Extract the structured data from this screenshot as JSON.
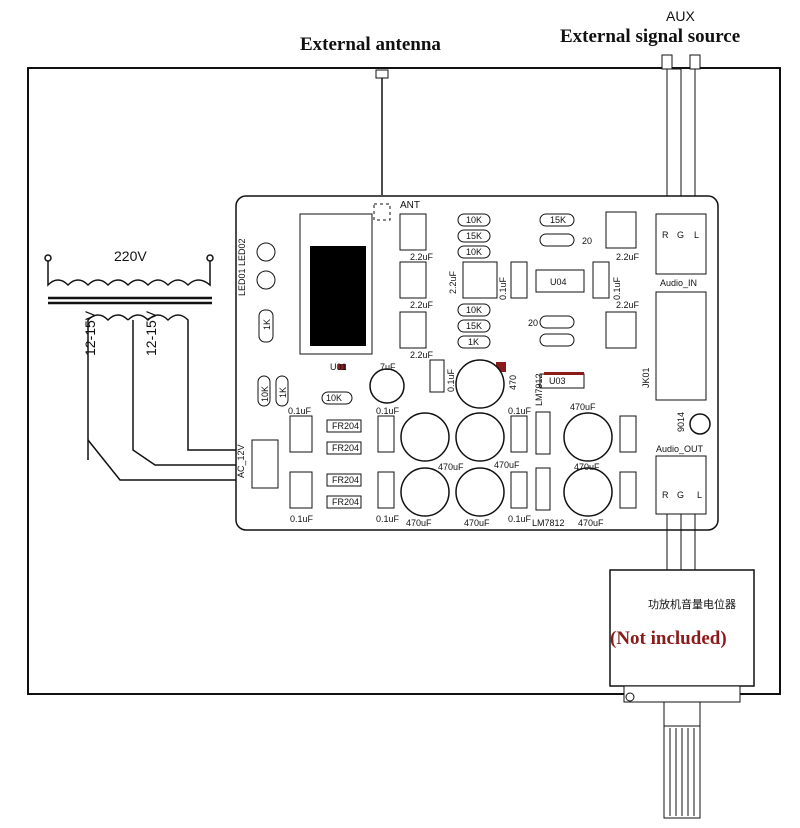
{
  "header": {
    "external_antenna": "External antenna",
    "aux": "AUX",
    "external_signal_source": "External signal source"
  },
  "transformer": {
    "primary": "220V",
    "secondary_left": "12-15V",
    "secondary_right": "12-15V"
  },
  "board": {
    "ant": "ANT",
    "led_label": "LED01 LED02",
    "ac_label": "AC_12V",
    "u01": "U01",
    "u03": "U03",
    "u04": "U04",
    "jk01": "JK01",
    "q9014": "9014",
    "lm7912": "LM7912",
    "lm7812": "LM7812",
    "audio_in": "Audio_IN",
    "audio_out": "Audio_OUT",
    "rgl_in": [
      "R",
      "G",
      "L"
    ],
    "rgl_out": [
      "R",
      "G",
      "L"
    ],
    "r_1k_a": "1K",
    "r_1k_b": "1K",
    "r_10k_v": "10K",
    "r_10k_h": "10K",
    "r_top": [
      "10K",
      "15K",
      "10K"
    ],
    "r_mid": [
      "10K",
      "15K",
      "1K"
    ],
    "r_15k_right": "15K",
    "c_20_a": "20",
    "c_20_b": "20",
    "diodes": [
      "FR204",
      "FR204",
      "FR204",
      "FR204"
    ],
    "c_22uf_1": "2.2uF",
    "c_22uf_2": "2.2uF",
    "c_22uf_3": "2.2uF",
    "c_22uf_mid": "2.2uF",
    "c_22uf_right1": "2.2uF",
    "c_22uf_right2": "2.2uF",
    "c_01uf_mid": "0.1uF",
    "c_01uf_right": "0.1uF",
    "c_01uf_a": "0.1uF",
    "c_01uf_b": "0.1uF",
    "c_01uf_c": "0.1uF",
    "c_01uf_d": "0.1uF",
    "c_01uf_e": "0.1uF",
    "c_01uf_f": "0.1uF",
    "c_01uf_g": "0.1uF",
    "c_7uf": "7uF",
    "c_470_a": "470uF",
    "c_470_b": "470uF",
    "c_470_c": "470uF",
    "c_470_d": "470uF",
    "c_470_e": "470uF",
    "c_470_f": "470uF",
    "c_470_g": "470uF",
    "c_470_main": "470"
  },
  "potentiometer": {
    "label": "功放机音量电位器",
    "note": "(Not included)"
  },
  "colors": {
    "line": "#111111",
    "accent": "#8b1a1a",
    "ic_fill": "#000000"
  }
}
